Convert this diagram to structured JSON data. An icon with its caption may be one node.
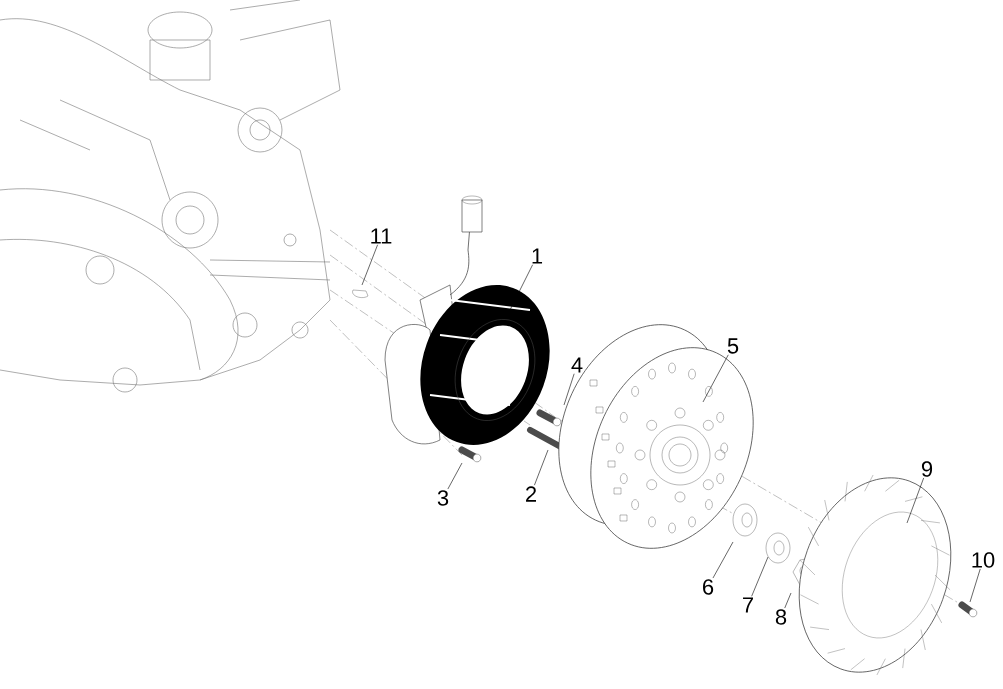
{
  "diagram": {
    "nodes": [
      {
        "text": [
          "11"
        ]
      },
      {
        "text": [
          "1"
        ]
      },
      {
        "text": [
          "5"
        ]
      },
      {
        "text": [
          "4"
        ]
      },
      {
        "text": [
          "9"
        ]
      },
      {
        "text": [
          "2"
        ]
      },
      {
        "text": [
          "3"
        ]
      },
      {
        "text": [
          "10"
        ]
      },
      {
        "text": [
          "6"
        ]
      },
      {
        "text": [
          "7"
        ]
      },
      {
        "text": [
          "8"
        ]
      }
    ],
    "edges": [
      {
        "from": 0,
        "to": null,
        "arrow": "none"
      },
      {
        "from": 1,
        "to": null,
        "arrow": "none"
      },
      {
        "from": 2,
        "to": null,
        "arrow": "none"
      },
      {
        "from": 3,
        "to": null,
        "arrow": "none"
      },
      {
        "from": 4,
        "to": null,
        "arrow": "none"
      },
      {
        "from": 5,
        "to": null,
        "arrow": "none"
      },
      {
        "from": 6,
        "to": null,
        "arrow": "none"
      },
      {
        "from": 7,
        "to": null,
        "arrow": "none"
      },
      {
        "from": 8,
        "to": null,
        "arrow": "none"
      },
      {
        "from": 9,
        "to": null,
        "arrow": "none"
      },
      {
        "from": 10,
        "to": null,
        "arrow": "none"
      }
    ]
  }
}
